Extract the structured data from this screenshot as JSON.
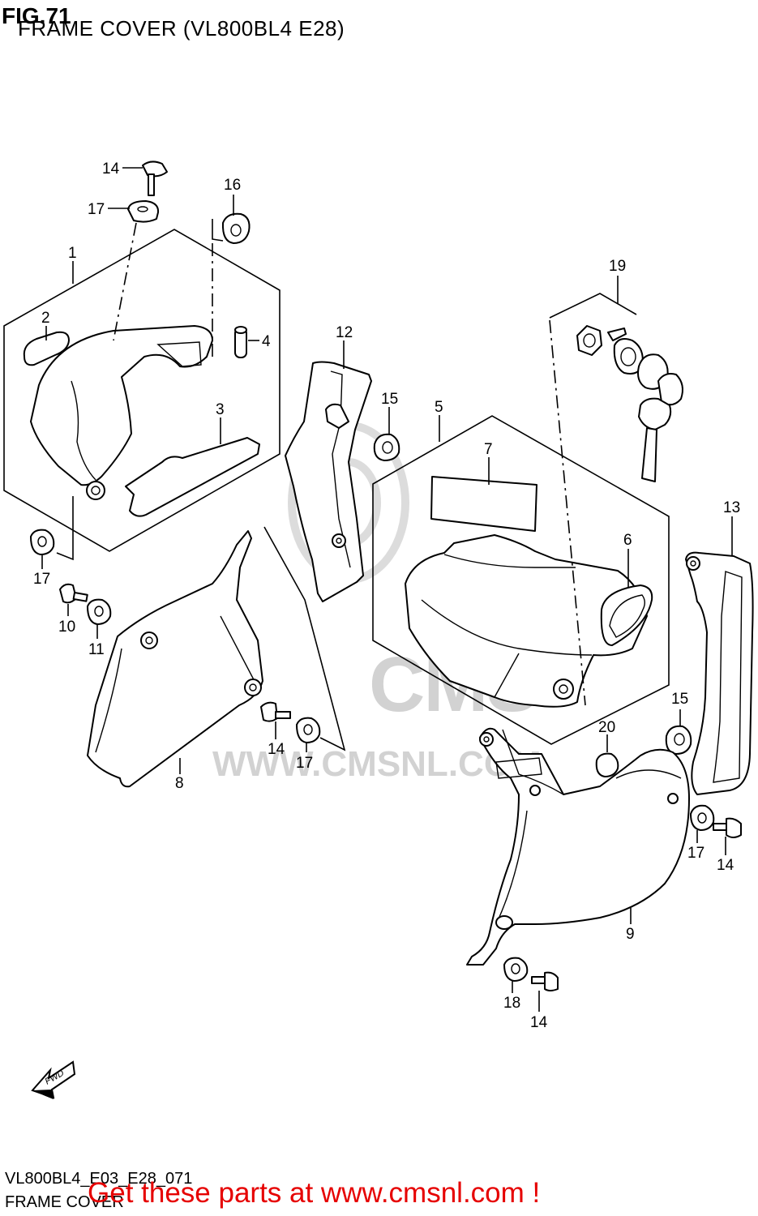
{
  "figure": {
    "number": "FIG.71",
    "title": "FRAME COVER (VL800BL4 E28)"
  },
  "footer": {
    "code": "VL800BL4_E03_E28_071",
    "section": "FRAME COVER",
    "promo": "Get these parts at www.cmsnl.com !"
  },
  "watermark": {
    "brand": "CMS",
    "url": "WWW.CMSNL.COM"
  },
  "fwd_arrow": {
    "label": "FWD"
  },
  "callouts": {
    "c1": "1",
    "c2": "2",
    "c3": "3",
    "c4": "4",
    "c5": "5",
    "c6": "6",
    "c7": "7",
    "c8": "8",
    "c9": "9",
    "c10": "10",
    "c11": "11",
    "c12": "12",
    "c13": "13",
    "c14a": "14",
    "c14b": "14",
    "c14c": "14",
    "c14d": "14",
    "c15a": "15",
    "c15b": "15",
    "c16": "16",
    "c17a": "17",
    "c17b": "17",
    "c17c": "17",
    "c17d": "17",
    "c18": "18",
    "c19": "19",
    "c20": "20"
  },
  "colors": {
    "promo": "#e60000",
    "watermark": "#d2d2d2",
    "line": "#000000"
  }
}
